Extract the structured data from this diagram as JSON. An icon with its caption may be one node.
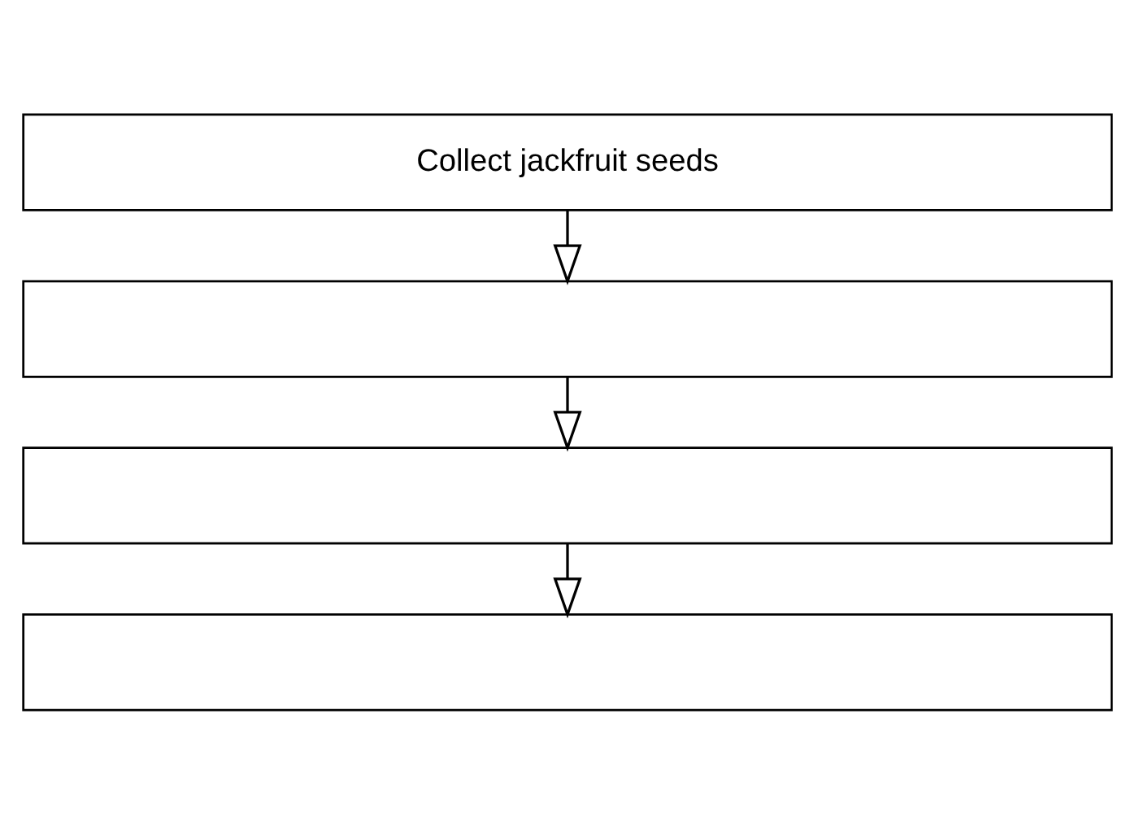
{
  "diagram": {
    "nodes": [
      {
        "text": [
          "Collect jackfruit seeds"
        ]
      },
      {
        "text": [],
        "shape": "box"
      },
      {
        "text": [],
        "shape": "box"
      },
      {
        "text": [],
        "shape": "box"
      }
    ],
    "edges": [
      {
        "from": 0,
        "to": 1,
        "arrow": "to"
      },
      {
        "from": 1,
        "to": 2,
        "arrow": "to"
      },
      {
        "from": 2,
        "to": 3,
        "arrow": "to"
      }
    ]
  }
}
